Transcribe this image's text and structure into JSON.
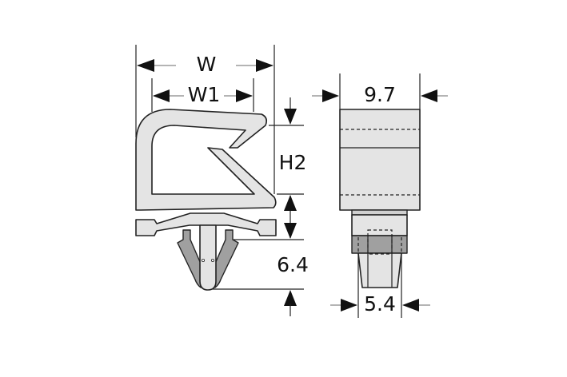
{
  "drawing": {
    "side_view": {
      "dimensions": {
        "width_label": "W",
        "inner_width_label": "W1",
        "height_label": "H2",
        "stem_length": "6.4"
      }
    },
    "front_view": {
      "dimensions": {
        "body_width": "9.7",
        "stem_width": "5.4"
      }
    },
    "colors": {
      "part_fill": "#e4e4e4",
      "leg_fill": "#a0a0a0",
      "outline": "#222222"
    }
  }
}
